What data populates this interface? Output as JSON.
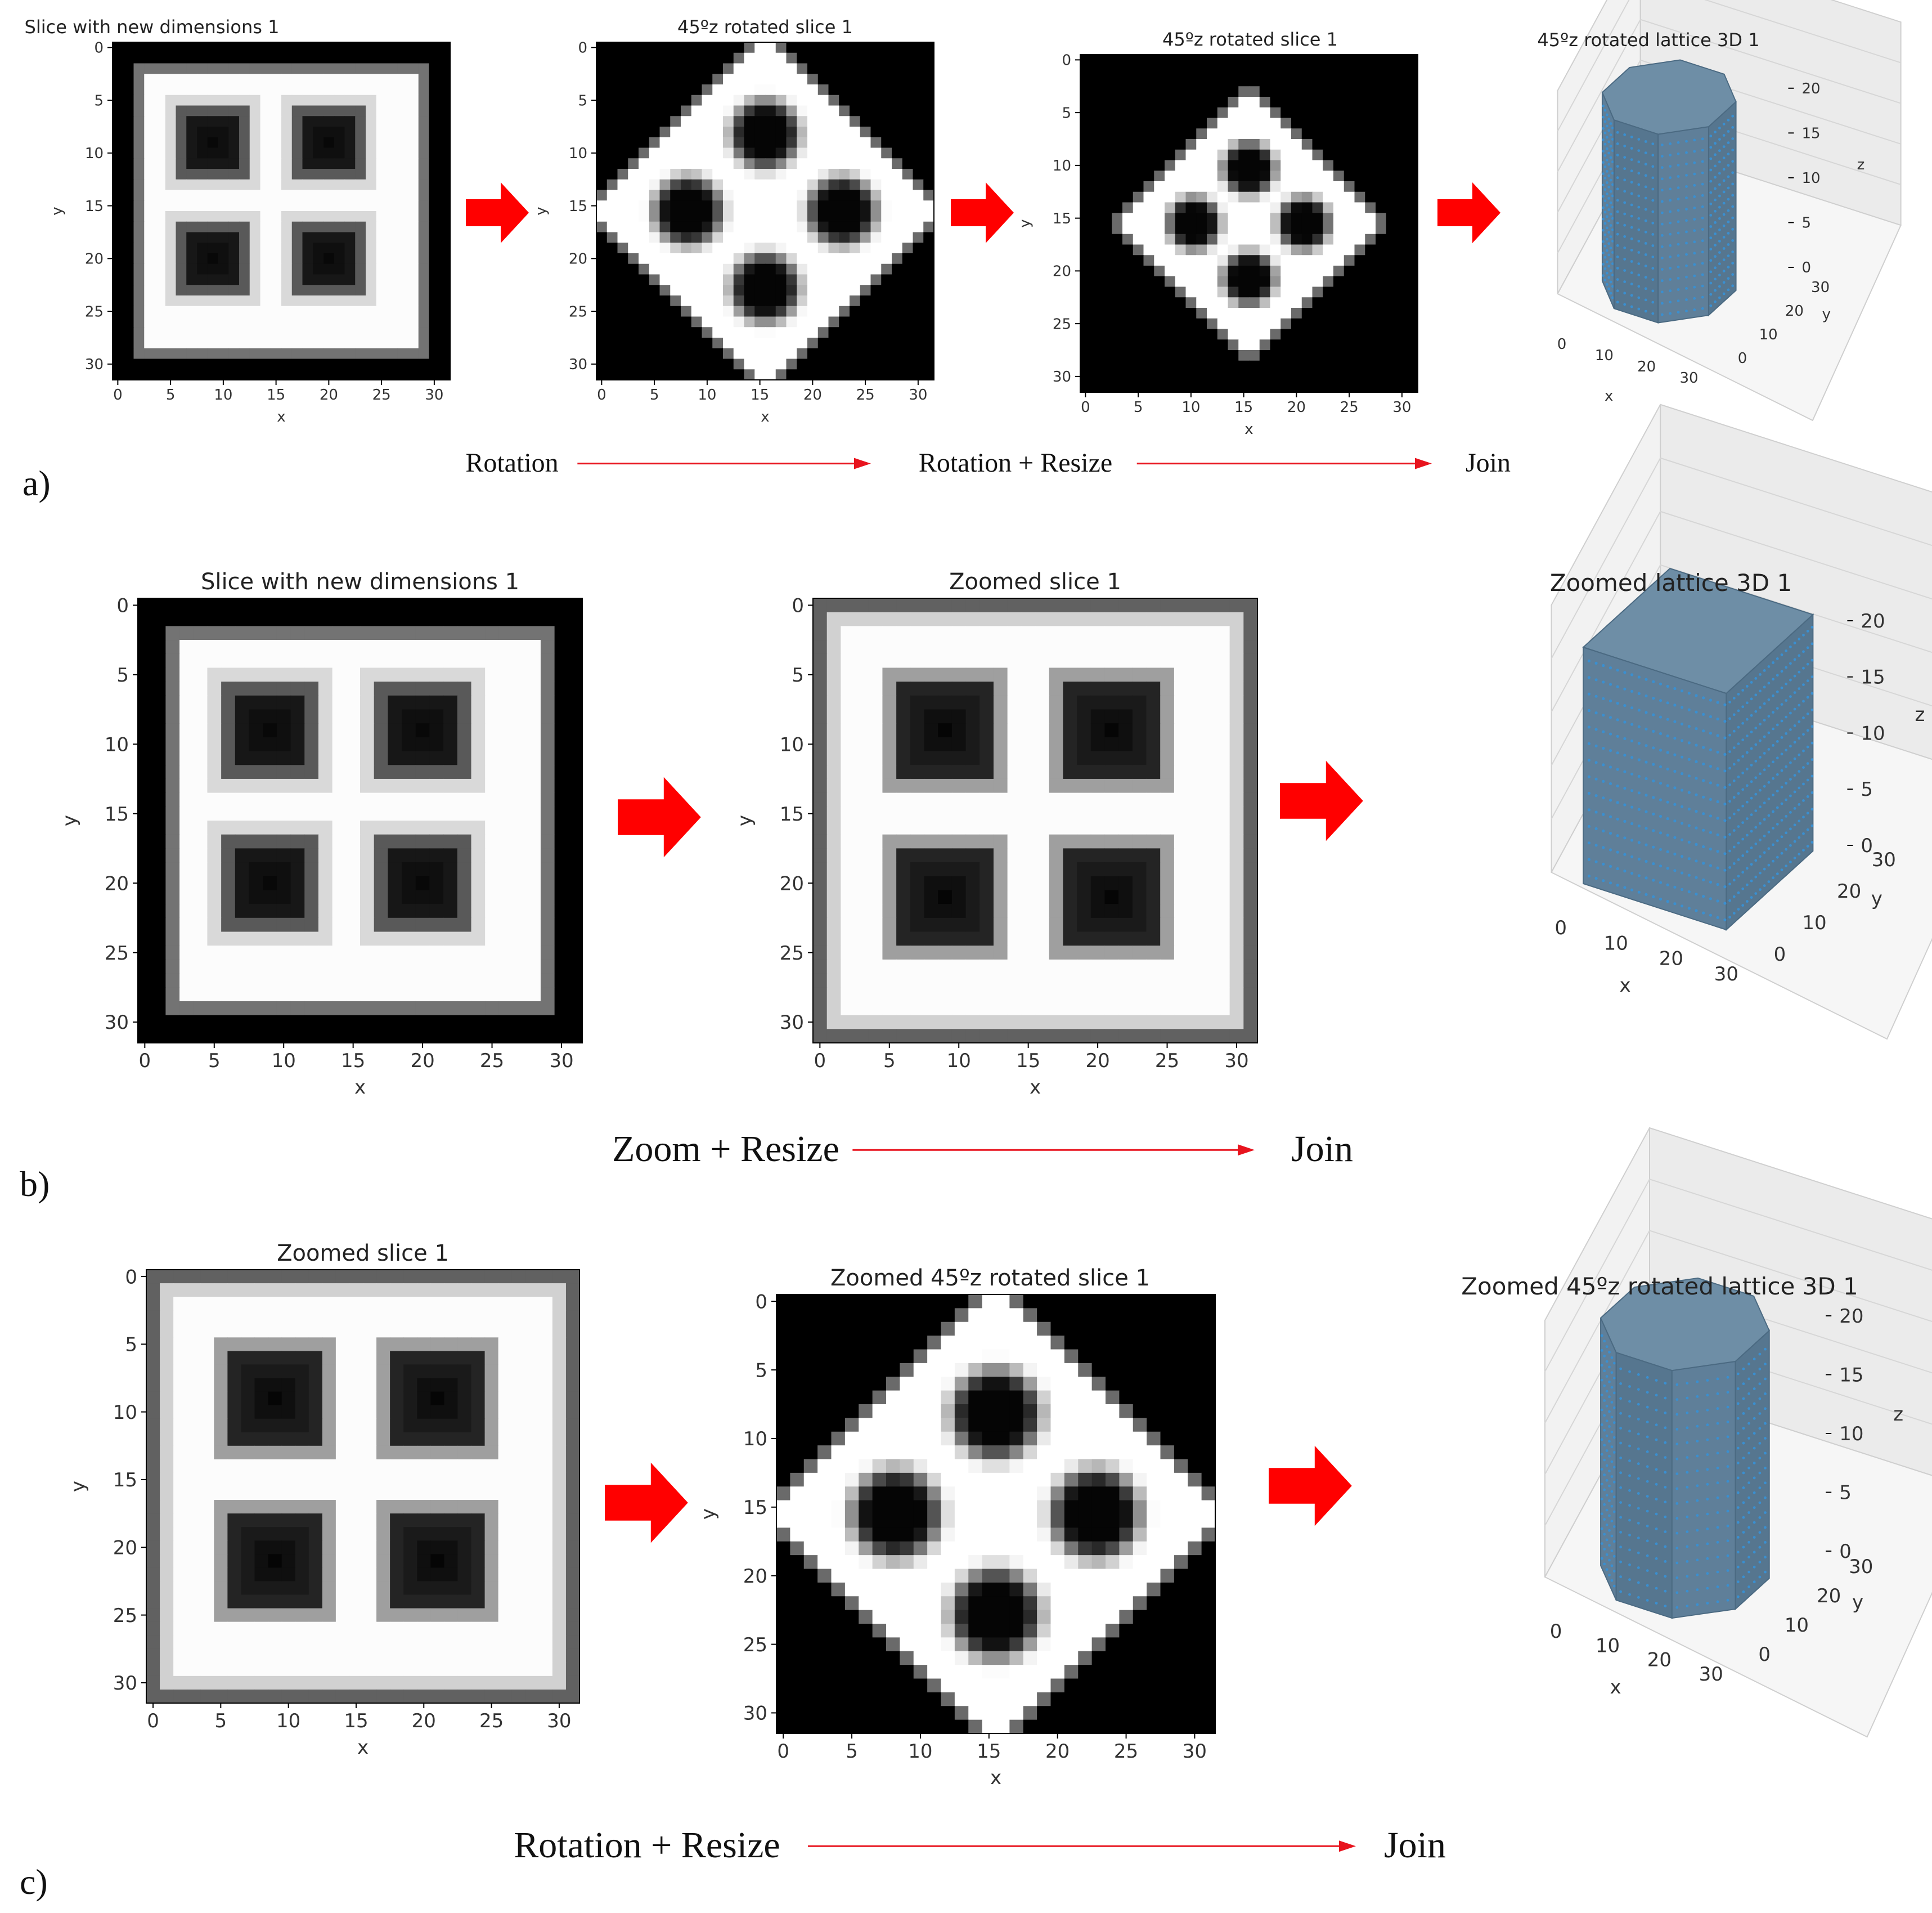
{
  "rows": [
    {
      "label": "a)",
      "panels": [
        {
          "kind": "slice",
          "title": "Slice with new dimensions 1",
          "variant": "square",
          "xlabel": "x",
          "ylabel": "y",
          "ticks": [
            "0",
            "5",
            "10",
            "15",
            "20",
            "25",
            "30"
          ]
        },
        {
          "kind": "slice",
          "title": "45ºz rotated slice 1",
          "variant": "rotated-large",
          "xlabel": "x",
          "ylabel": "y",
          "ticks": [
            "0",
            "5",
            "10",
            "15",
            "20",
            "25",
            "30"
          ]
        },
        {
          "kind": "slice",
          "title": "45ºz rotated slice 1",
          "variant": "rotated-small",
          "xlabel": "x",
          "ylabel": "y",
          "ticks": [
            "0",
            "5",
            "10",
            "15",
            "20",
            "25",
            "30"
          ]
        },
        {
          "kind": "lattice3d",
          "title": "45ºz rotated lattice 3D 1",
          "shape": "octagon",
          "xticks": [
            "0",
            "10",
            "20",
            "30"
          ],
          "yticks": [
            "0",
            "10",
            "20",
            "30"
          ],
          "zticks": [
            "0",
            "5",
            "10",
            "15",
            "20"
          ],
          "xlabel": "x",
          "ylabel": "y",
          "zlabel": "z"
        }
      ],
      "steps": [
        "Rotation",
        "Rotation + Resize",
        "Join"
      ]
    },
    {
      "label": "b)",
      "panels": [
        {
          "kind": "slice",
          "title": "Slice with new dimensions 1",
          "variant": "square",
          "xlabel": "x",
          "ylabel": "y",
          "ticks": [
            "0",
            "5",
            "10",
            "15",
            "20",
            "25",
            "30"
          ]
        },
        {
          "kind": "slice",
          "title": "Zoomed slice 1",
          "variant": "zoomed",
          "xlabel": "x",
          "ylabel": "y",
          "ticks": [
            "0",
            "5",
            "10",
            "15",
            "20",
            "25",
            "30"
          ]
        },
        {
          "kind": "lattice3d",
          "title": "Zoomed lattice 3D 1",
          "shape": "box",
          "xticks": [
            "0",
            "10",
            "20",
            "30"
          ],
          "yticks": [
            "0",
            "10",
            "20",
            "30"
          ],
          "zticks": [
            "0",
            "5",
            "10",
            "15",
            "20"
          ],
          "xlabel": "x",
          "ylabel": "y",
          "zlabel": "z"
        }
      ],
      "steps": [
        "Zoom + Resize",
        "Join"
      ]
    },
    {
      "label": "c)",
      "panels": [
        {
          "kind": "slice",
          "title": "Zoomed slice 1",
          "variant": "zoomed",
          "xlabel": "x",
          "ylabel": "y",
          "ticks": [
            "0",
            "5",
            "10",
            "15",
            "20",
            "25",
            "30"
          ]
        },
        {
          "kind": "slice",
          "title": "Zoomed 45ºz rotated slice 1",
          "variant": "rotated-large",
          "xlabel": "x",
          "ylabel": "y",
          "ticks": [
            "0",
            "5",
            "10",
            "15",
            "20",
            "25",
            "30"
          ]
        },
        {
          "kind": "lattice3d",
          "title": "Zoomed 45ºz rotated lattice 3D 1",
          "shape": "octagon",
          "xticks": [
            "0",
            "10",
            "20",
            "30"
          ],
          "yticks": [
            "0",
            "10",
            "20",
            "30"
          ],
          "zticks": [
            "0",
            "5",
            "10",
            "15",
            "20"
          ],
          "xlabel": "x",
          "ylabel": "y",
          "zlabel": "z"
        }
      ],
      "steps": [
        "Rotation + Resize",
        "Join"
      ]
    }
  ],
  "colors": {
    "arrow": "#ff0000",
    "connector": "#e8141e",
    "voxel_face": "#5f7f99",
    "voxel_dot": "#3a8fd0",
    "pane": "#f2f2f2",
    "grid": "#d6d6d6"
  }
}
